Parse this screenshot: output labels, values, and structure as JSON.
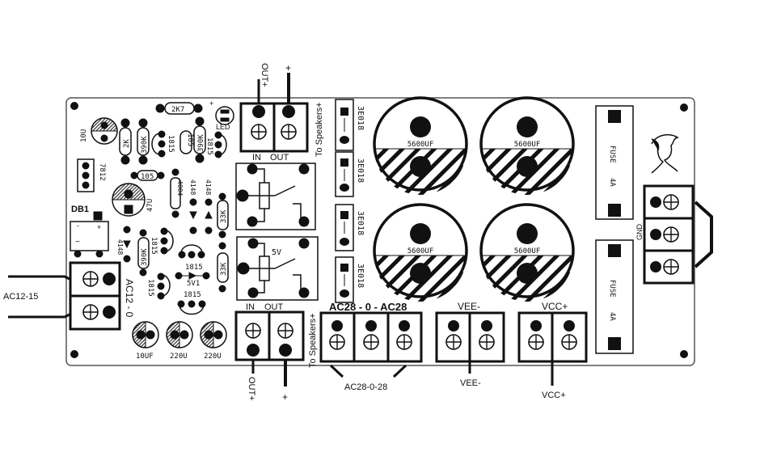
{
  "title": "Amplifier power supply and speaker protection PCB layout",
  "colors": {
    "ink": "#111111",
    "board": "#ffffff",
    "board_edge": "#555555"
  },
  "connectors": {
    "top_speaker": {
      "out_label": "OUT+",
      "plus_label": "+",
      "in_label": "IN",
      "out_text": "OUT",
      "side_label": "To Speakers+"
    },
    "bottom_speaker": {
      "out_label": "OUT+",
      "plus_label": "+",
      "in_label": "IN",
      "out_text": "OUT",
      "side_label": "To Speakers+"
    },
    "ac12": {
      "label": "AC12 - 0",
      "wire_label": "AC12-15"
    },
    "ac28": {
      "label": "AC28 - 0 - AC28",
      "wire_label": "AC28-0-28"
    },
    "vee": {
      "label": "VEE-",
      "wire_label": "VEE-"
    },
    "vcc": {
      "label": "VCC+",
      "wire_label": "VCC+"
    },
    "gnd": {
      "label": "GND"
    }
  },
  "components": {
    "r_2k7": "2K7",
    "led": "LED",
    "c_10u": "10U",
    "r_2k": "2K",
    "r_390k_a": "390K",
    "q_1815_a": "1815",
    "c_105_a": "105",
    "r_390k_b": "390K",
    "q_1815_b": "1815",
    "reg_7812": "7812",
    "c_105_b": "105",
    "d_4004": "4004",
    "d_4148_a": "4148",
    "d_4148_b": "4148",
    "r_33k_a": "33K",
    "c_47u": "47U",
    "bridge": "DB1",
    "d_4148_c": "4148",
    "r_390k_c": "390K",
    "q_1815_c": "1815",
    "q_1815_d": "1815",
    "z_5v1": "5V1",
    "q_1815_e": "1815",
    "q_1815_f": "1815",
    "r_33k_b": "33K",
    "relay_voltage": "5V",
    "c_10uf": "10UF",
    "c_220u_a": "220U",
    "c_220u_b": "220U",
    "bridge_minus": "-",
    "bridge_plus": "+",
    "bridge_ac": "~"
  },
  "transistors": [
    "3E018",
    "3E018",
    "3E018",
    "3E018"
  ],
  "capacitors": [
    "5600UF",
    "5600UF",
    "5600UF",
    "5600UF"
  ],
  "fuses": [
    {
      "label": "FUSE",
      "rating": "4A"
    },
    {
      "label": "FUSE",
      "rating": "4A"
    }
  ],
  "led_plus": "+"
}
